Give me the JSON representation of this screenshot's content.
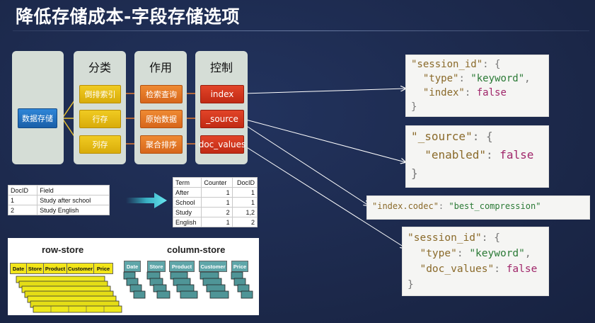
{
  "slide": {
    "title": "降低存储成本-字段存储选项"
  },
  "diagram": {
    "root": "数据存储",
    "columns": [
      {
        "header": "分类",
        "items": [
          "倒排索引",
          "行存",
          "列存"
        ]
      },
      {
        "header": "作用",
        "items": [
          "检索查询",
          "原始数据",
          "聚合排序"
        ]
      },
      {
        "header": "控制",
        "items": [
          "index",
          "_source",
          "doc_values"
        ]
      }
    ],
    "colors": {
      "root": "#1f6bbd",
      "category": "#e7bd14",
      "purpose": "#e27625",
      "control": "#d3351c"
    }
  },
  "code_blocks": {
    "index_false": {
      "l1_key": "\"session_id\"",
      "l1_punct": ": {",
      "l2_key": "\"type\"",
      "l2_punct": ": ",
      "l2_val": "\"keyword\"",
      "l2_end": ",",
      "l3_key": "\"index\"",
      "l3_punct": ": ",
      "l3_val": "false",
      "l4": "}"
    },
    "source_disabled": {
      "l1_key": "\"_source\"",
      "l1_punct": ": {",
      "l2_key": "\"enabled\"",
      "l2_punct": ": ",
      "l2_val": "false",
      "l3": "}"
    },
    "codec": {
      "key": "\"index.codec\"",
      "punct": ": ",
      "val": "\"best_compression\""
    },
    "doc_values_false": {
      "l1_key": "\"session_id\"",
      "l1_punct": ": {",
      "l2_key": "\"type\"",
      "l2_punct": ": ",
      "l2_val": "\"keyword\"",
      "l2_end": ",",
      "l3_key": "\"doc_values\"",
      "l3_punct": ": ",
      "l3_val": "false",
      "l4": "}"
    }
  },
  "doc_table": {
    "headers": [
      "DocID",
      "Field"
    ],
    "rows": [
      [
        "1",
        "Study after school"
      ],
      [
        "2",
        "Study English"
      ]
    ]
  },
  "inverted_table": {
    "headers": [
      "Term",
      "Counter",
      "DocID"
    ],
    "rows": [
      [
        "After",
        "1",
        "1"
      ],
      [
        "School",
        "1",
        "1"
      ],
      [
        "Study",
        "2",
        "1,2"
      ],
      [
        "English",
        "1",
        "2"
      ]
    ]
  },
  "storage_figure": {
    "row_title": "row-store",
    "column_title": "column-store",
    "row_fields": [
      "Date",
      "Store",
      "Product",
      "Customer",
      "Price"
    ],
    "column_fields": [
      "Date",
      "Store",
      "Product",
      "Customer",
      "Price"
    ]
  }
}
